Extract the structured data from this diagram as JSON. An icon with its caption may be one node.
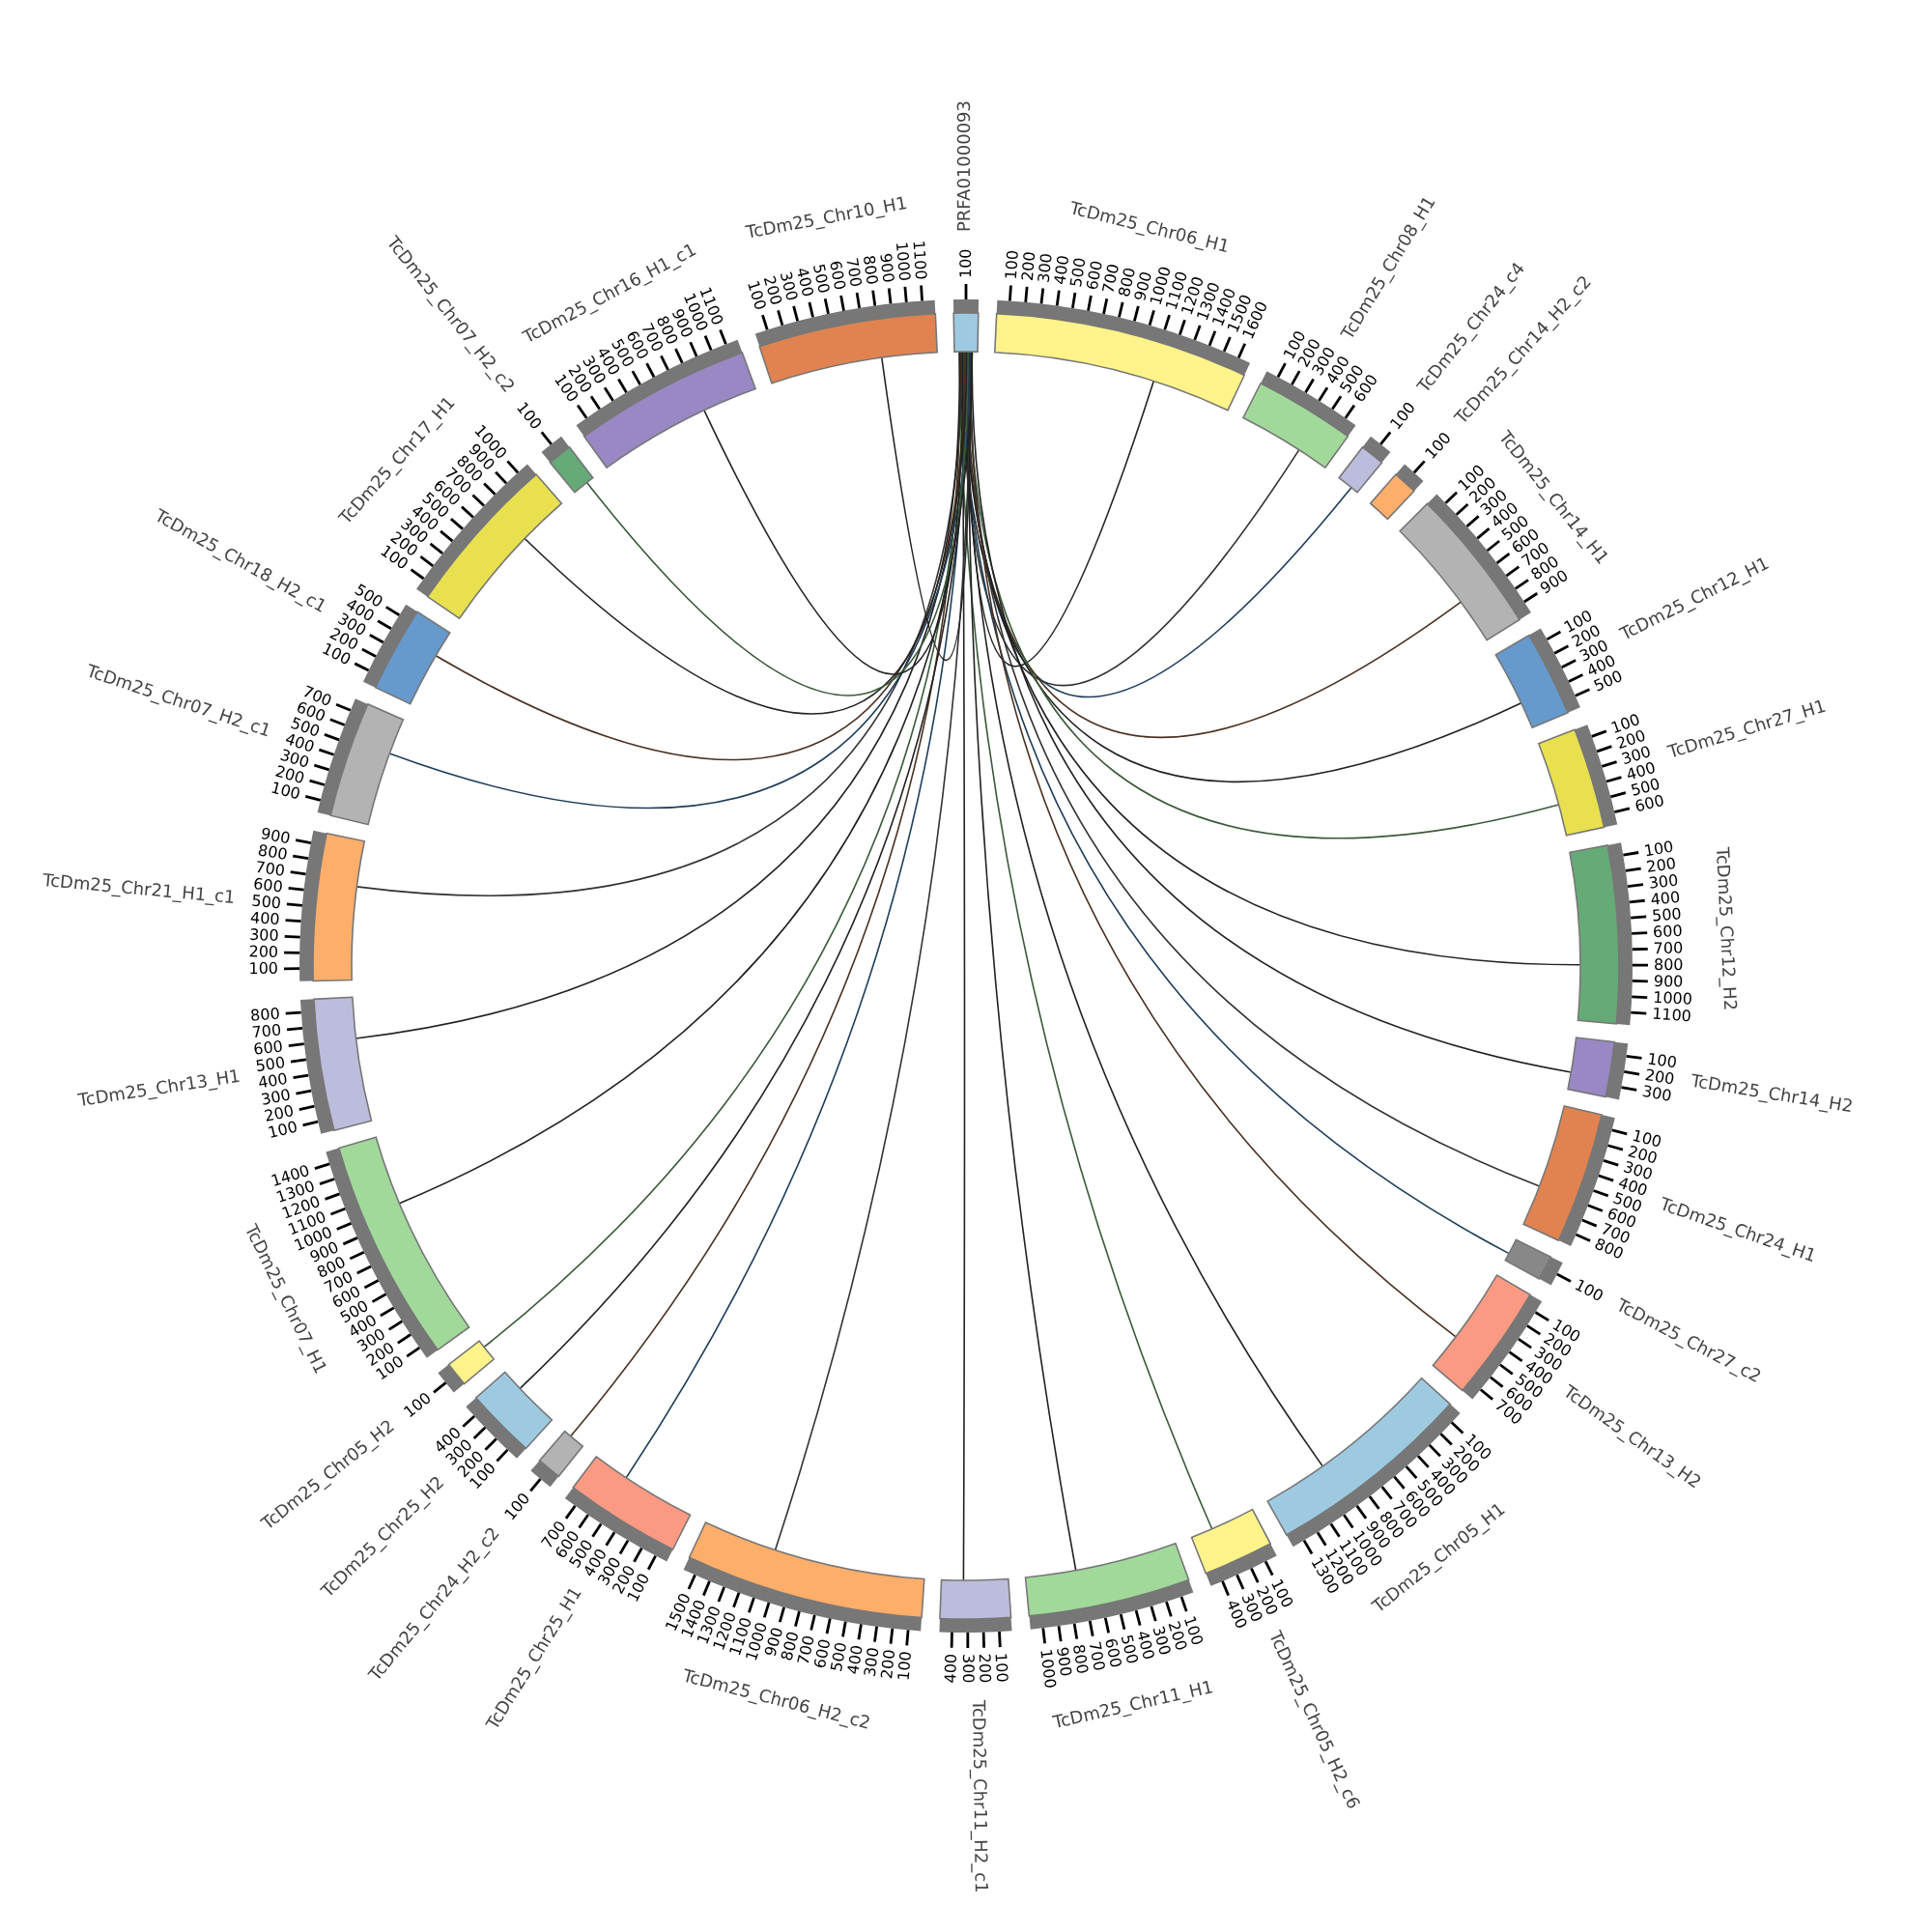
{
  "diagram": {
    "nodes": [
      {
        "text": [
          "PRFA01000093"
        ],
        "beside": [
          "100"
        ]
      },
      {
        "text": [
          "TcDm25_Chr06_H1"
        ],
        "beside": [
          "100",
          "200",
          "300",
          "400",
          "500",
          "600",
          "700",
          "800",
          "900",
          "1000",
          "1100",
          "1200",
          "1300",
          "1400",
          "1500",
          "1600"
        ]
      },
      {
        "text": [
          "TcDm25_Chr08_H1"
        ],
        "beside": [
          "100",
          "200",
          "300",
          "400",
          "500",
          "600"
        ]
      },
      {
        "text": [
          "TcDm25_Chr24_c4"
        ],
        "beside": [
          "100"
        ]
      },
      {
        "text": [
          "TcDm25_Chr14_H2_c2"
        ],
        "beside": [
          "100"
        ]
      },
      {
        "text": [
          "TcDm25_Chr14_H1"
        ],
        "beside": [
          "100",
          "200",
          "300",
          "400",
          "500",
          "600",
          "700",
          "800",
          "900"
        ]
      },
      {
        "text": [
          "TcDm25_Chr12_H1"
        ],
        "beside": [
          "100",
          "200",
          "300",
          "400",
          "500"
        ]
      },
      {
        "text": [
          "TcDm25_Chr27_H1"
        ],
        "beside": [
          "100",
          "200",
          "300",
          "400",
          "500",
          "600"
        ]
      },
      {
        "text": [
          "TcDm25_Chr12_H2"
        ],
        "beside": [
          "100",
          "200",
          "300",
          "400",
          "500",
          "600",
          "700",
          "800",
          "900",
          "1000",
          "1100"
        ]
      },
      {
        "text": [
          "TcDm25_Chr14_H2"
        ],
        "beside": [
          "100",
          "200",
          "300"
        ]
      },
      {
        "text": [
          "TcDm25_Chr24_H1"
        ],
        "beside": [
          "100",
          "200",
          "300",
          "400",
          "500",
          "600",
          "700",
          "800"
        ]
      },
      {
        "text": [
          "TcDm25_Chr27_c2"
        ],
        "beside": [
          "100"
        ]
      },
      {
        "text": [
          "TcDm25_Chr13_H2"
        ],
        "beside": [
          "100",
          "200",
          "300",
          "400",
          "500",
          "600",
          "700"
        ]
      },
      {
        "text": [
          "TcDm25_Chr05_H1"
        ],
        "beside": [
          "100",
          "200",
          "300",
          "400",
          "500",
          "600",
          "700",
          "800",
          "900",
          "1000",
          "1100",
          "1200",
          "1300"
        ]
      },
      {
        "text": [
          "TcDm25_Chr05_H2_c6"
        ],
        "beside": [
          "100",
          "200",
          "300",
          "400"
        ]
      },
      {
        "text": [
          "TcDm25_Chr11_H1"
        ],
        "beside": [
          "100",
          "200",
          "300",
          "400",
          "500",
          "600",
          "700",
          "800",
          "900",
          "1000"
        ]
      },
      {
        "text": [
          "TcDm25_Chr11_H2_c1"
        ],
        "beside": [
          "100",
          "200",
          "300",
          "400"
        ]
      },
      {
        "text": [
          "TcDm25_Chr06_H2_c2"
        ],
        "beside": [
          "100",
          "200",
          "300",
          "400",
          "500",
          "600",
          "700",
          "800",
          "900",
          "1000",
          "1100",
          "1200",
          "1300",
          "1400",
          "1500"
        ]
      },
      {
        "text": [
          "TcDm25_Chr25_H1"
        ],
        "beside": [
          "100",
          "200",
          "300",
          "400",
          "500",
          "600",
          "700"
        ]
      },
      {
        "text": [
          "TcDm25_Chr24_H2_c2"
        ],
        "beside": [
          "100"
        ]
      },
      {
        "text": [
          "TcDm25_Chr25_H2"
        ],
        "beside": [
          "100",
          "200",
          "300",
          "400"
        ]
      },
      {
        "text": [
          "TcDm25_Chr05_H2"
        ],
        "beside": [
          "100"
        ]
      },
      {
        "text": [
          "TcDm25_Chr07_H1"
        ],
        "beside": [
          "100",
          "200",
          "300",
          "400",
          "500",
          "600",
          "700",
          "800",
          "900",
          "1000",
          "1100",
          "1200",
          "1300",
          "1400"
        ]
      },
      {
        "text": [
          "TcDm25_Chr13_H1"
        ],
        "beside": [
          "100",
          "200",
          "300",
          "400",
          "500",
          "600",
          "700",
          "800"
        ]
      },
      {
        "text": [
          "TcDm25_Chr21_H1_c1"
        ],
        "beside": [
          "100",
          "200",
          "300",
          "400",
          "500",
          "600",
          "700",
          "800",
          "900"
        ]
      },
      {
        "text": [
          "TcDm25_Chr07_H2_c1"
        ],
        "beside": [
          "100",
          "200",
          "300",
          "400",
          "500",
          "600",
          "700"
        ]
      },
      {
        "text": [
          "TcDm25_Chr18_H2_c1"
        ],
        "beside": [
          "100",
          "200",
          "300",
          "400",
          "500"
        ]
      },
      {
        "text": [
          "TcDm25_Chr17_H1"
        ],
        "beside": [
          "100",
          "200",
          "300",
          "400",
          "500",
          "600",
          "700",
          "800",
          "900",
          "1000"
        ]
      },
      {
        "text": [
          "TcDm25_Chr07_H2_c2"
        ],
        "beside": [
          "100"
        ]
      },
      {
        "text": [
          "TcDm25_Chr16_H1_c1"
        ],
        "beside": [
          "100",
          "200",
          "300",
          "400",
          "500",
          "600",
          "700",
          "800",
          "900",
          "1000",
          "1100"
        ]
      },
      {
        "text": [
          "TcDm25_Chr10_H1"
        ],
        "beside": [
          "100",
          "200",
          "300",
          "400",
          "500",
          "600",
          "700",
          "800",
          "900",
          "1000",
          "1100"
        ]
      }
    ],
    "edges": [
      {
        "from": 0,
        "to": 1,
        "arrow": "none"
      },
      {
        "from": 0,
        "to": 2,
        "arrow": "none"
      },
      {
        "from": 0,
        "to": 3,
        "arrow": "none"
      },
      {
        "from": 0,
        "to": 5,
        "arrow": "none"
      },
      {
        "from": 0,
        "to": 6,
        "arrow": "none"
      },
      {
        "from": 0,
        "to": 7,
        "arrow": "none"
      },
      {
        "from": 0,
        "to": 8,
        "arrow": "none"
      },
      {
        "from": 0,
        "to": 9,
        "arrow": "none"
      },
      {
        "from": 0,
        "to": 10,
        "arrow": "none"
      },
      {
        "from": 0,
        "to": 11,
        "arrow": "none"
      },
      {
        "from": 0,
        "to": 12,
        "arrow": "none"
      },
      {
        "from": 0,
        "to": 13,
        "arrow": "none"
      },
      {
        "from": 0,
        "to": 14,
        "arrow": "none"
      },
      {
        "from": 0,
        "to": 15,
        "arrow": "none"
      },
      {
        "from": 0,
        "to": 16,
        "arrow": "none"
      },
      {
        "from": 0,
        "to": 17,
        "arrow": "none"
      },
      {
        "from": 0,
        "to": 18,
        "arrow": "none"
      },
      {
        "from": 0,
        "to": 19,
        "arrow": "none"
      },
      {
        "from": 0,
        "to": 20,
        "arrow": "none"
      },
      {
        "from": 0,
        "to": 21,
        "arrow": "none"
      },
      {
        "from": 0,
        "to": 22,
        "arrow": "none"
      },
      {
        "from": 0,
        "to": 23,
        "arrow": "none"
      },
      {
        "from": 0,
        "to": 24,
        "arrow": "none"
      },
      {
        "from": 0,
        "to": 25,
        "arrow": "none"
      },
      {
        "from": 0,
        "to": 26,
        "arrow": "none"
      },
      {
        "from": 0,
        "to": 27,
        "arrow": "none"
      },
      {
        "from": 0,
        "to": 28,
        "arrow": "none"
      },
      {
        "from": 0,
        "to": 29,
        "arrow": "none"
      },
      {
        "from": 0,
        "to": 30,
        "arrow": "none"
      }
    ]
  }
}
